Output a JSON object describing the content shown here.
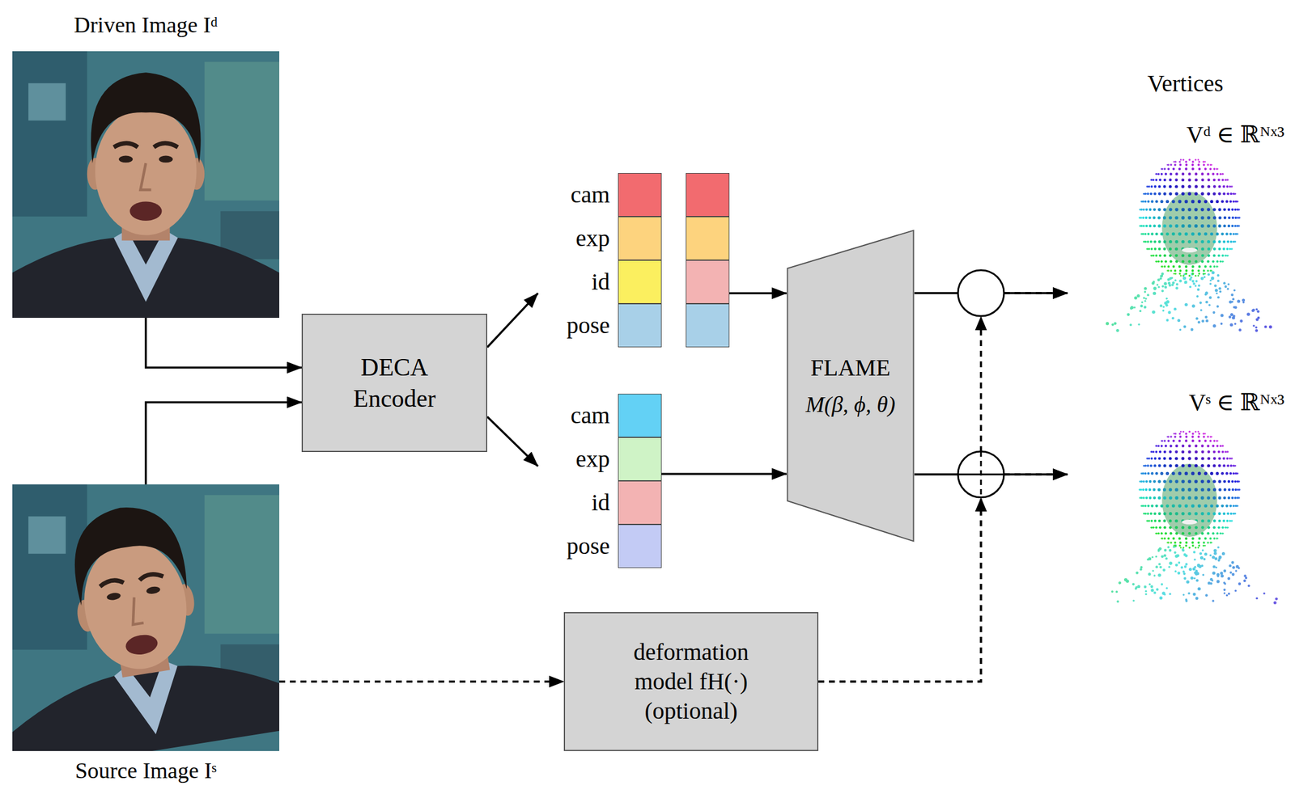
{
  "diagram": {
    "nodes": [
      {
        "text": [
          "Driven Image Iᵈ"
        ]
      },
      {
        "text": [
          "Source Image Iˢ"
        ]
      },
      {
        "text": [
          "DECA Encoder"
        ]
      },
      {
        "text": [
          "cam",
          "exp",
          "id",
          "pose"
        ]
      },
      {
        "text": [
          "cam",
          "exp",
          "id",
          "pose"
        ]
      },
      {
        "text": [
          "FLAME",
          "M(β, ϕ, θ)"
        ]
      },
      {
        "text": [
          "deformation model fH(·) (optional)"
        ]
      },
      {
        "text": [
          "Vᵈ ∈ ℝᴺˣ³"
        ]
      },
      {
        "text": [
          "Vˢ ∈ ℝᴺˣ³"
        ]
      }
    ],
    "edges": [
      {
        "from": 0,
        "to": 2,
        "arrow": "to"
      },
      {
        "from": 1,
        "to": 2,
        "arrow": "to"
      },
      {
        "from": 1,
        "to": 6,
        "arrow": "to"
      },
      {
        "from": 2,
        "to": 3,
        "arrow": "to"
      },
      {
        "from": 2,
        "to": 4,
        "arrow": "to"
      },
      {
        "from": 3,
        "to": 5,
        "arrow": "to"
      },
      {
        "from": 4,
        "to": 5,
        "arrow": "to"
      },
      {
        "from": 5,
        "to": 7,
        "arrow": "to"
      },
      {
        "from": 5,
        "to": 8,
        "arrow": "to"
      },
      {
        "from": 6,
        "to": 7,
        "arrow": "to"
      },
      {
        "from": 6,
        "to": 8,
        "arrow": "to"
      }
    ],
    "labels": [
      "Vertices"
    ]
  }
}
